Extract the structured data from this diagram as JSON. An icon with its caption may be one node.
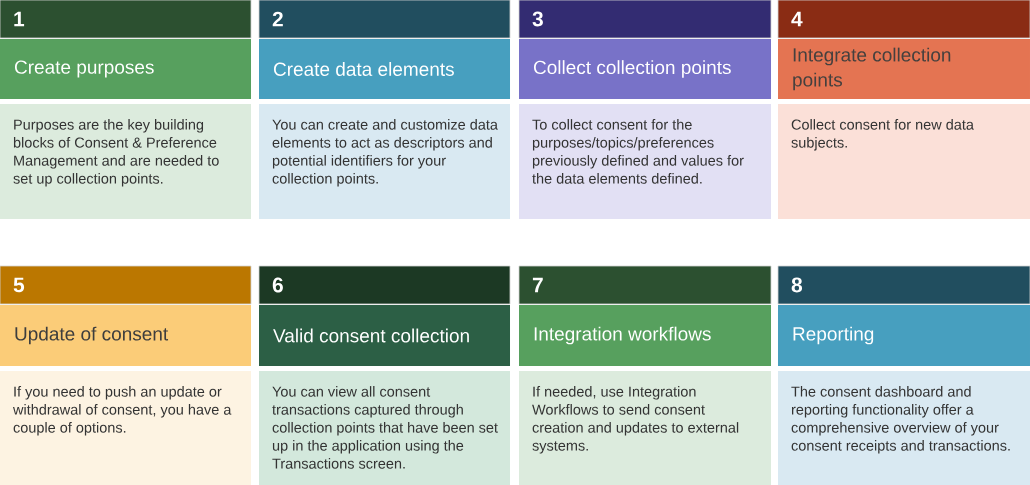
{
  "diagram": {
    "nodes": [
      {
        "text": [
          "1"
        ]
      },
      {
        "text": [
          "Create purposes"
        ]
      },
      {
        "text": [
          "Purposes are the key building blocks of Consent & Preference Management and are needed to set up collection points."
        ]
      },
      {
        "text": [
          "2"
        ]
      },
      {
        "text": [
          "Create data elements"
        ]
      },
      {
        "text": [
          "You can create and customize data elements to act as descriptors and potential identifiers for your collection points."
        ]
      },
      {
        "text": [
          "3"
        ]
      },
      {
        "text": [
          "Collect collection points"
        ]
      },
      {
        "text": [
          "To collect consent for the purposes/topics/preferences previously defined and values for the data elements defined."
        ]
      },
      {
        "text": [
          "4"
        ]
      },
      {
        "text": [
          "Integrate collection points"
        ]
      },
      {
        "text": [
          "Collect consent for new data subjects."
        ]
      },
      {
        "text": [
          "5"
        ]
      },
      {
        "text": [
          "Update of consent"
        ]
      },
      {
        "text": [
          "If you need to push an update or withdrawal of consent, you have a couple of options."
        ]
      },
      {
        "text": [
          "6"
        ]
      },
      {
        "text": [
          "Valid consent collection"
        ]
      },
      {
        "text": [
          "You can view all consent transactions captured through collection points that have been set up in the application using the Transactions screen."
        ]
      },
      {
        "text": [
          "7"
        ]
      },
      {
        "text": [
          "Integration workflows"
        ]
      },
      {
        "text": [
          "If needed, use Integration Workflows to send consent creation and updates to external systems."
        ]
      },
      {
        "text": [
          "8"
        ]
      },
      {
        "text": [
          "Reporting"
        ]
      },
      {
        "text": [
          "The consent dashboard and reporting functionality offer a comprehensive overview of your consent receipts and transactions."
        ]
      }
    ]
  }
}
